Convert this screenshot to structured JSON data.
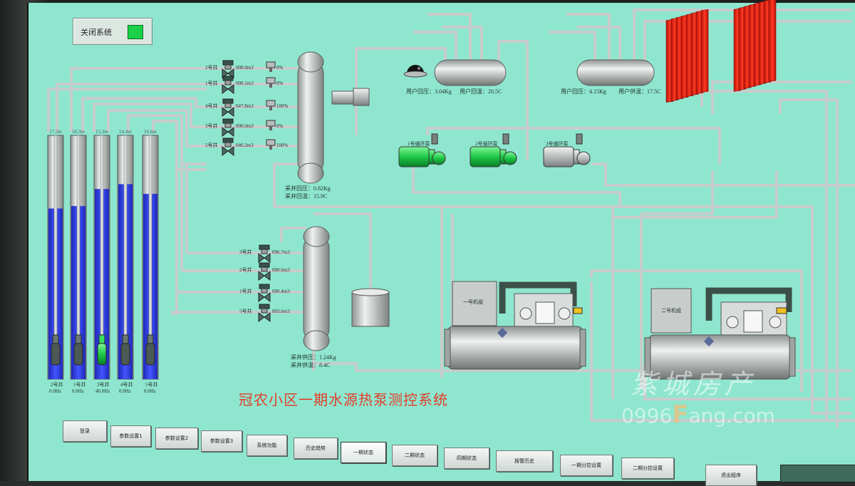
{
  "close_system": {
    "label": "关闭系统",
    "led_color": "#19d24a"
  },
  "wells": [
    {
      "id": "2号井",
      "depth": "17.2m",
      "freq": "0.0Hz",
      "level": 0.7,
      "pump_on": false
    },
    {
      "id": "1号井",
      "depth": "18.3m",
      "freq": "0.0Hz",
      "level": 0.71,
      "pump_on": false
    },
    {
      "id": "3号井",
      "depth": "15.3m",
      "freq": "40.0Hz",
      "level": 0.78,
      "pump_on": true
    },
    {
      "id": "4号井",
      "depth": "14.4m",
      "freq": "0.0Hz",
      "level": 0.8,
      "pump_on": false
    },
    {
      "id": "5号井",
      "depth": "16.6m",
      "freq": "0.0Hz",
      "level": 0.76,
      "pump_on": false
    }
  ],
  "supply_well_lines": [
    {
      "well": "2号井",
      "flow": "000.0m3",
      "valve": "0%"
    },
    {
      "well": "1号井",
      "flow": "000.1m3",
      "valve": "0%"
    },
    {
      "well": "4号井",
      "flow": "047.8m3",
      "valve": "100%"
    },
    {
      "well": "3号井",
      "flow": "000.0m3",
      "valve": "0%"
    },
    {
      "well": "5号井",
      "flow": "046.2m3",
      "valve": "100%"
    }
  ],
  "return_well_lines": [
    {
      "well": "3号井",
      "flow": "096.7m3"
    },
    {
      "well": "2号井",
      "flow": "000.6m3"
    },
    {
      "well": "1号井",
      "flow": "000.4m3"
    },
    {
      "well": "5号井",
      "flow": "003.6m3"
    }
  ],
  "collector_top": {
    "pressure": "采井回压：0.82Kg",
    "temp": "采井回温：15.9C"
  },
  "collector_bottom": {
    "pressure": "采井供压：1.24Kg",
    "temp": "采井供温：8.4C"
  },
  "user_return": {
    "pressure": "用户回压：3.04Kg",
    "temp": "用户回温：20.5C"
  },
  "user_supply": {
    "pressure": "用户回压：4.15Kg",
    "temp": "用户供温：17.5C"
  },
  "pumps": [
    {
      "label": "1号循环泵",
      "on": true
    },
    {
      "label": "2号循环泵",
      "on": true
    },
    {
      "label": "3号循环泵",
      "on": false
    }
  ],
  "units": [
    {
      "label": "一号机组"
    },
    {
      "label": "二号机组"
    }
  ],
  "title": "冠农小区一期水源热泵测控系统",
  "nav_buttons": [
    {
      "label": "登录",
      "selected": false
    },
    {
      "label": "参数设置1",
      "selected": false
    },
    {
      "label": "参数设置2",
      "selected": false
    },
    {
      "label": "参数设置3",
      "selected": false
    },
    {
      "label": "系统功能",
      "selected": false
    },
    {
      "label": "历史趋势",
      "selected": false
    },
    {
      "label": "一期状态",
      "selected": true
    },
    {
      "label": "二期状态",
      "selected": false
    },
    {
      "label": "四期状态",
      "selected": false
    },
    {
      "label": "报警历史",
      "selected": false
    },
    {
      "label": "一期分控设置",
      "selected": false
    },
    {
      "label": "二期分控设置",
      "selected": false
    },
    {
      "label": "退出程序",
      "selected": false
    }
  ],
  "watermark": {
    "text1": "紫城房产",
    "text2a": "0996",
    "text2b": "F",
    "text2c": "ang.com"
  },
  "colors": {
    "screen": "#8fe6cf",
    "pipe": "#c9cfcd",
    "water": "#2f3ee0",
    "pump_on": "#27d84a",
    "radiator": "#ff2a1a",
    "title": "#e23c2a"
  }
}
